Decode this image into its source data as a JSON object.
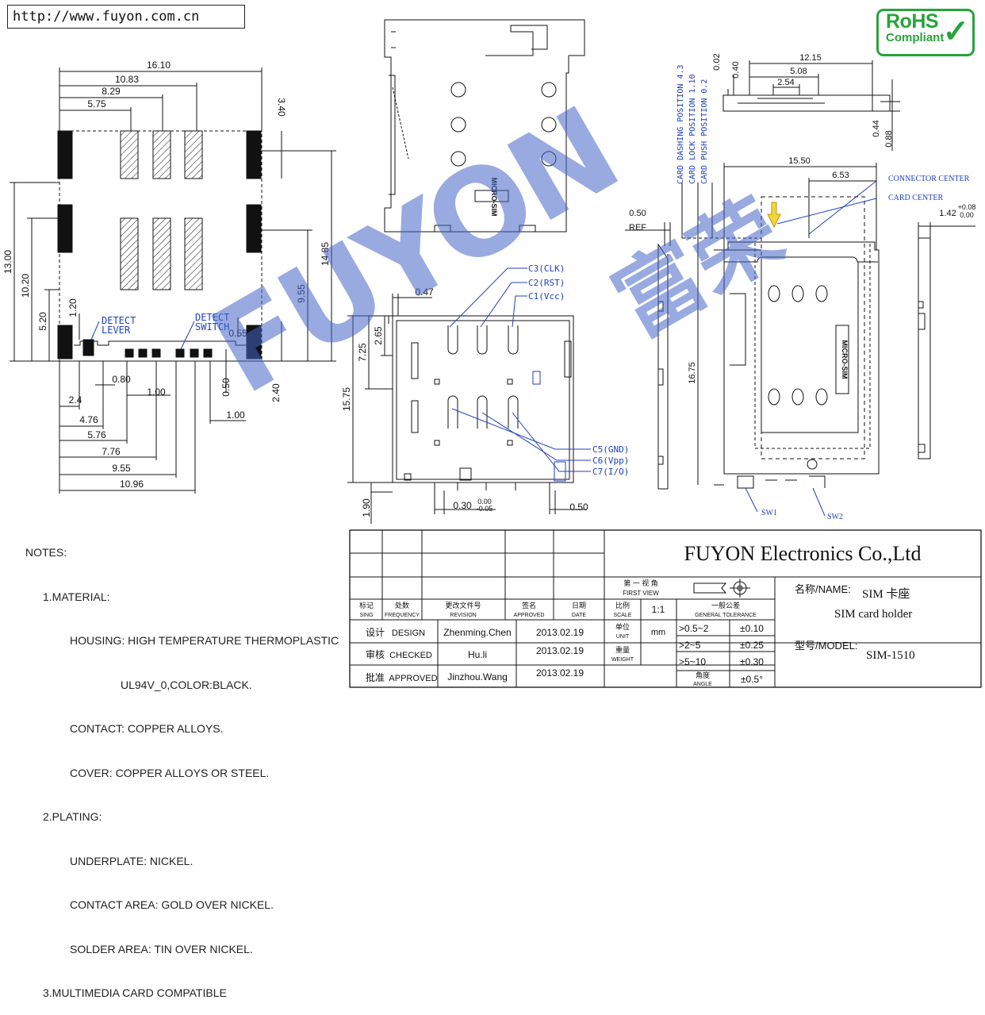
{
  "header": {
    "url": "http://www.fuyon.com.cn"
  },
  "badge": {
    "line1": "RoHS",
    "line2": "Compliant"
  },
  "watermark": {
    "latin": "FUYON",
    "cjk": "富荣"
  },
  "colors": {
    "drawing": "#111111",
    "leader": "#1f3fbf",
    "watermark": "#4664c8",
    "badge": "#27a33a"
  },
  "top_left_view": {
    "dims": [
      "16.10",
      "10.83",
      "8.29",
      "5.75",
      "3.40",
      "14.85",
      "13.00",
      "10.20",
      "9.55",
      "5.20",
      "1.20",
      "0.55",
      "2.40",
      "0.50",
      "0.80",
      "1.00",
      "2.4",
      "4.76",
      "5.76",
      "7.76",
      "9.55",
      "10.96",
      "1.00"
    ],
    "labels": {
      "detect_lever": [
        "DETECT",
        "LEVER"
      ],
      "detect_switch": [
        "DETECT",
        "SWITCH"
      ]
    }
  },
  "top_center_view": {
    "marking": "MICRO-SIM"
  },
  "middle_view": {
    "pins": [
      "C3(CLK)",
      "C2(RST)",
      "C1(Vcc)",
      "C5(GND)",
      "C6(Vpp)",
      "C7(I/O)"
    ],
    "dims": [
      "0.47",
      "2.65",
      "7.25",
      "15.75",
      "1.90",
      "0.30",
      "0.00",
      "-0.05",
      "0.50"
    ]
  },
  "right_views": {
    "positions": [
      "CARD DASHING POSITION 4.3",
      "CARD LOCK POSITION 1.10",
      "CARD PUSH POSITION 0.2"
    ],
    "dims": [
      "0.40",
      "0.02",
      "12.15",
      "5.08",
      "2.54",
      "0.44",
      "0.88",
      "15.50",
      "6.53",
      "0.50",
      "REF",
      "16.75",
      "1.42",
      "+0.08",
      "0.00"
    ],
    "labels": {
      "connector_center": "CONNECTOR CENTER",
      "card_center": "CARD CENTER",
      "sw1": "SW1",
      "sw2": "SW2",
      "marking": "MICRO-SIM"
    }
  },
  "notes": {
    "lines": [
      "NOTES:",
      "1.MATERIAL:",
      "HOUSING: HIGH TEMPERATURE THERMOPLASTIC",
      "UL94V_0,COLOR:BLACK.",
      "CONTACT: COPPER ALLOYS.",
      "COVER: COPPER ALLOYS OR STEEL.",
      "2.PLATING:",
      "UNDERPLATE: NICKEL.",
      "CONTACT AREA: GOLD OVER NICKEL.",
      "SOLDER AREA: TIN OVER NICKEL.",
      "3.MULTIMEDIA CARD COMPATIBLE"
    ]
  },
  "title_block": {
    "company": "FUYON Electronics Co.,Ltd",
    "projection_cn": "第 一 视 角",
    "projection_en": "FIRST VIEW",
    "headers": [
      {
        "cn": "标记",
        "en": "SING"
      },
      {
        "cn": "处数",
        "en": "FREQUENCY"
      },
      {
        "cn": "更改文件号",
        "en": "REVISION"
      },
      {
        "cn": "签名",
        "en": "APPROVED"
      },
      {
        "cn": "日期",
        "en": "DATE"
      },
      {
        "cn": "比例",
        "en": "SCALE"
      }
    ],
    "scale_value": "1:1",
    "tolerance_header": {
      "cn": "一般公差",
      "en": "GENERAL TOLERANCE"
    },
    "unit": {
      "cn": "单位",
      "en": "UNIT",
      "value": "mm"
    },
    "weight": {
      "cn": "重量",
      "en": "WEIGHT"
    },
    "angle": {
      "cn": "角度",
      "en": "ANGLE",
      "value": "±0.5°"
    },
    "tolerances": [
      {
        "range": ">0.5~2",
        "value": "±0.10"
      },
      {
        "range": ">2~5",
        "value": "±0.25"
      },
      {
        "range": ">5~10",
        "value": "±0.30"
      }
    ],
    "rows": [
      {
        "role_cn": "设计",
        "role_en": "DESIGN",
        "name": "Zhenming.Chen",
        "date": "2013.02.19"
      },
      {
        "role_cn": "审核",
        "role_en": "CHECKED",
        "name": "Hu.li",
        "date": "2013.02.19"
      },
      {
        "role_cn": "批准",
        "role_en": "APPROVED",
        "name": "Jinzhou.Wang",
        "date": "2013.02.19"
      }
    ],
    "name_label": "名称/NAME:",
    "name_cn": "SIM 卡座",
    "name_en": "SIM card holder",
    "model_label": "型号/MODEL:",
    "model_value": "SIM-1510"
  }
}
